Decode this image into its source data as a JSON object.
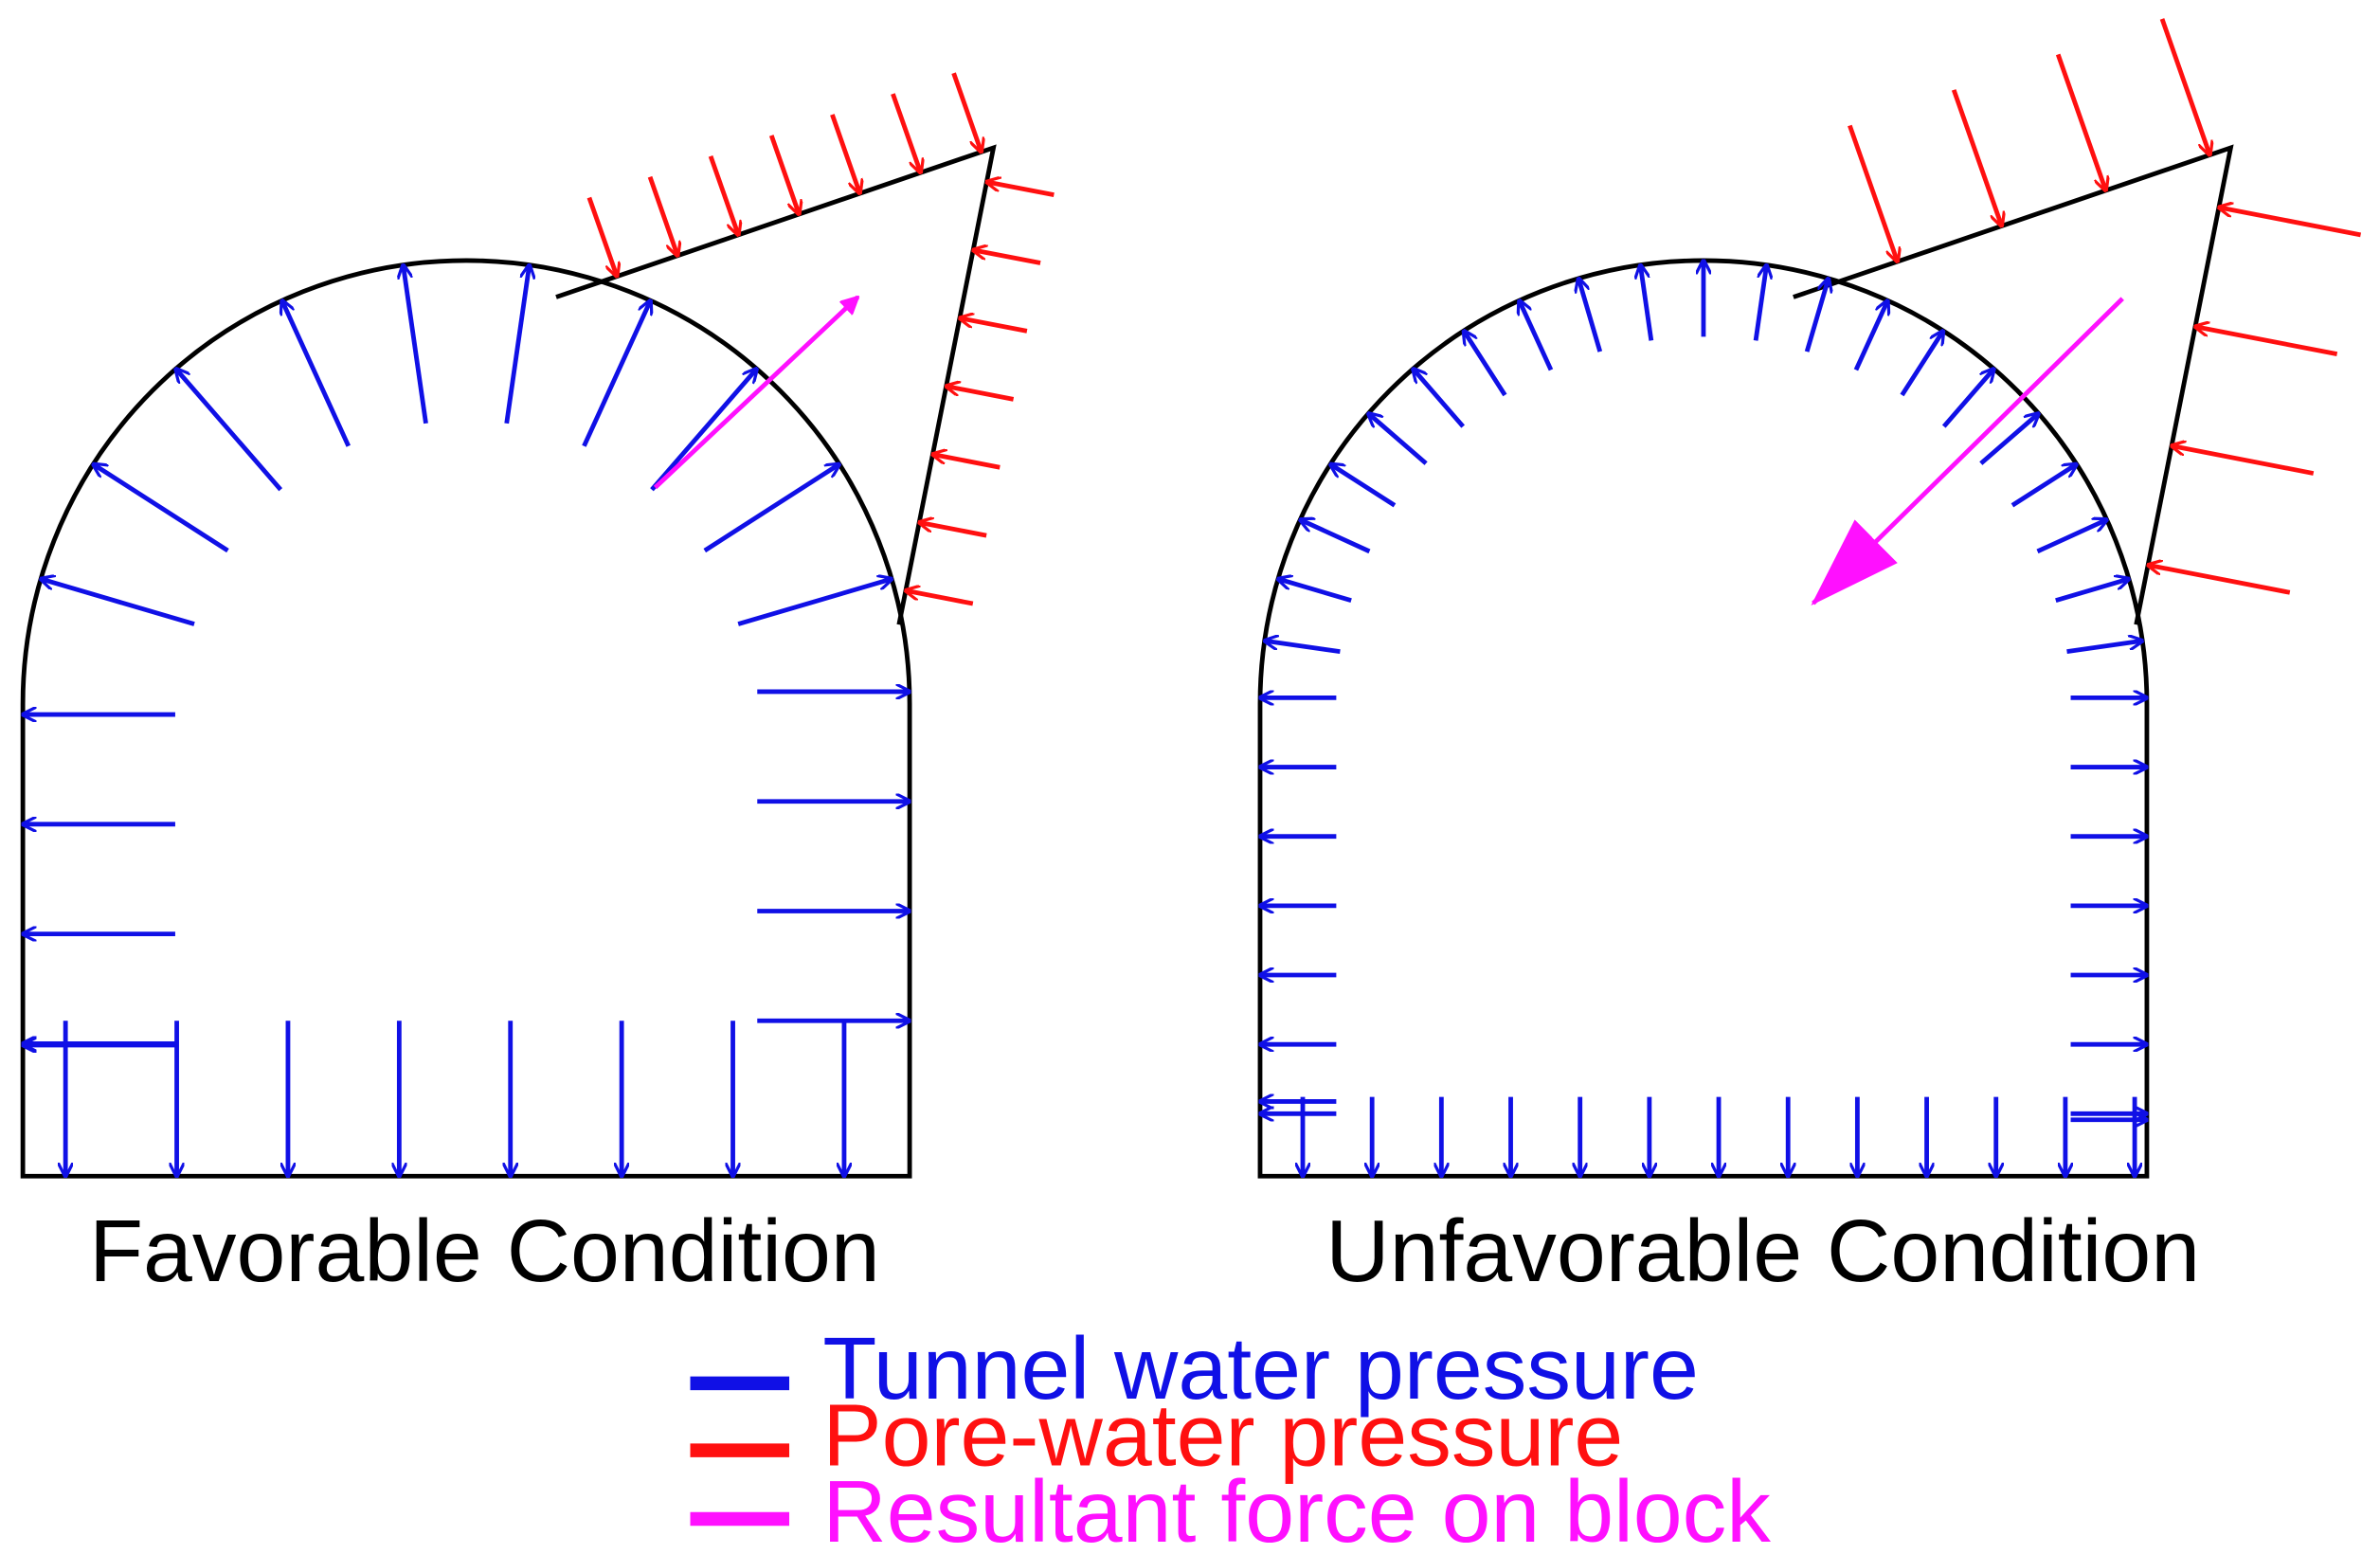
{
  "panels": {
    "favorable": {
      "caption": "Favorable Condition"
    },
    "unfavorable": {
      "caption": "Unfavorable Condition"
    }
  },
  "legend": [
    {
      "label": "Tunnel water pressure",
      "color": "#1010e6"
    },
    {
      "label": "Pore-water pressure",
      "color": "#ff1010"
    },
    {
      "label": "Resultant force on block",
      "color": "#ff10ff"
    }
  ],
  "colors": {
    "outline": "#000000",
    "tunnel": "#1010e6",
    "pore": "#ff1010",
    "resultant": "#ff10ff"
  }
}
